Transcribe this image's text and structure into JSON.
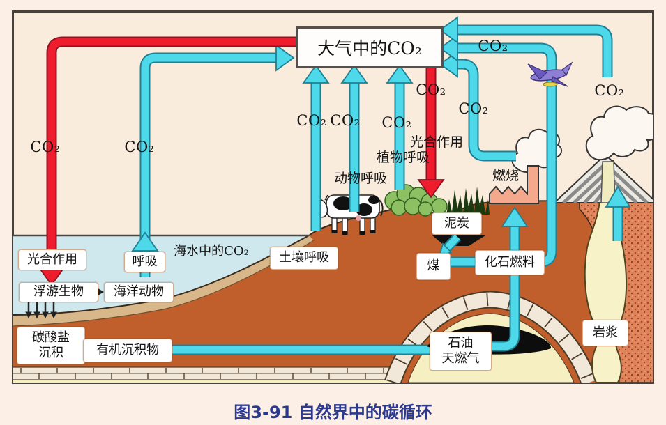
{
  "figure": {
    "caption": "图3-91  自然界中的碳循环",
    "type": "carbon-cycle-diagram"
  },
  "co2": "CO₂",
  "labels": {
    "atmosphere": "大气中的CO₂",
    "photosynthesis_left": "光合作用",
    "respiration": "呼吸",
    "seawater_co2": "海水中的CO₂",
    "plankton": "浮游生物",
    "marine_animals": "海洋动物",
    "carbonate_line1": "碳酸盐",
    "carbonate_line2": "沉积",
    "organic_sediment": "有机沉积物",
    "soil_respiration": "土壤呼吸",
    "animal_respiration": "动物呼吸",
    "plant_respiration": "植物呼吸",
    "photosynthesis_mid": "光合作用",
    "combustion": "燃烧",
    "peat": "泥炭",
    "coal": "煤",
    "fossil_fuels": "化石燃料",
    "oil_gas_line1": "石油",
    "oil_gas_line2": "天燃气",
    "magma": "岩浆"
  },
  "flows": [
    {
      "from": "大气中的CO₂",
      "to": "浮游生物",
      "label": "光合作用",
      "color": "red"
    },
    {
      "from": "大气中的CO₂",
      "to": "植物",
      "label": "光合作用",
      "color": "red"
    },
    {
      "from": "海洋动物",
      "to": "大气中的CO₂",
      "label": "呼吸",
      "color": "cyan"
    },
    {
      "from": "土壤",
      "to": "大气中的CO₂",
      "label": "土壤呼吸",
      "color": "cyan"
    },
    {
      "from": "动物",
      "to": "大气中的CO₂",
      "label": "动物呼吸",
      "color": "cyan"
    },
    {
      "from": "植物",
      "to": "大气中的CO₂",
      "label": "植物呼吸",
      "color": "cyan"
    },
    {
      "from": "燃烧(工厂)",
      "to": "大气中的CO₂",
      "label": "CO₂",
      "color": "cyan"
    },
    {
      "from": "化石燃料",
      "to": "大气中的CO₂",
      "label": "CO₂",
      "color": "cyan"
    },
    {
      "from": "火山",
      "to": "大气中的CO₂",
      "label": "CO₂",
      "color": "cyan"
    },
    {
      "from": "浮游生物",
      "to": "海洋动物",
      "color": "black"
    },
    {
      "from": "浮游生物",
      "to": "碳酸盐沉积",
      "color": "black"
    },
    {
      "from": "有机沉积物",
      "to": "石油天燃气",
      "color": "cyan"
    },
    {
      "from": "石油天燃气",
      "to": "燃烧(工厂)",
      "color": "cyan"
    },
    {
      "from": "泥炭",
      "to": "煤",
      "color": "cyan"
    },
    {
      "from": "煤",
      "to": "大气中的CO₂",
      "label": "CO₂",
      "color": "cyan"
    },
    {
      "from": "岩浆",
      "to": "火山",
      "color": "cyan"
    }
  ],
  "colors": {
    "pipe_cyan": "#4ed9ea",
    "pipe_red": "#ee1c2c",
    "water": "#cfe8ee",
    "soil": "#c05f2c",
    "magma_rock": "#df835a",
    "caption_blue": "#2b3a8f"
  }
}
